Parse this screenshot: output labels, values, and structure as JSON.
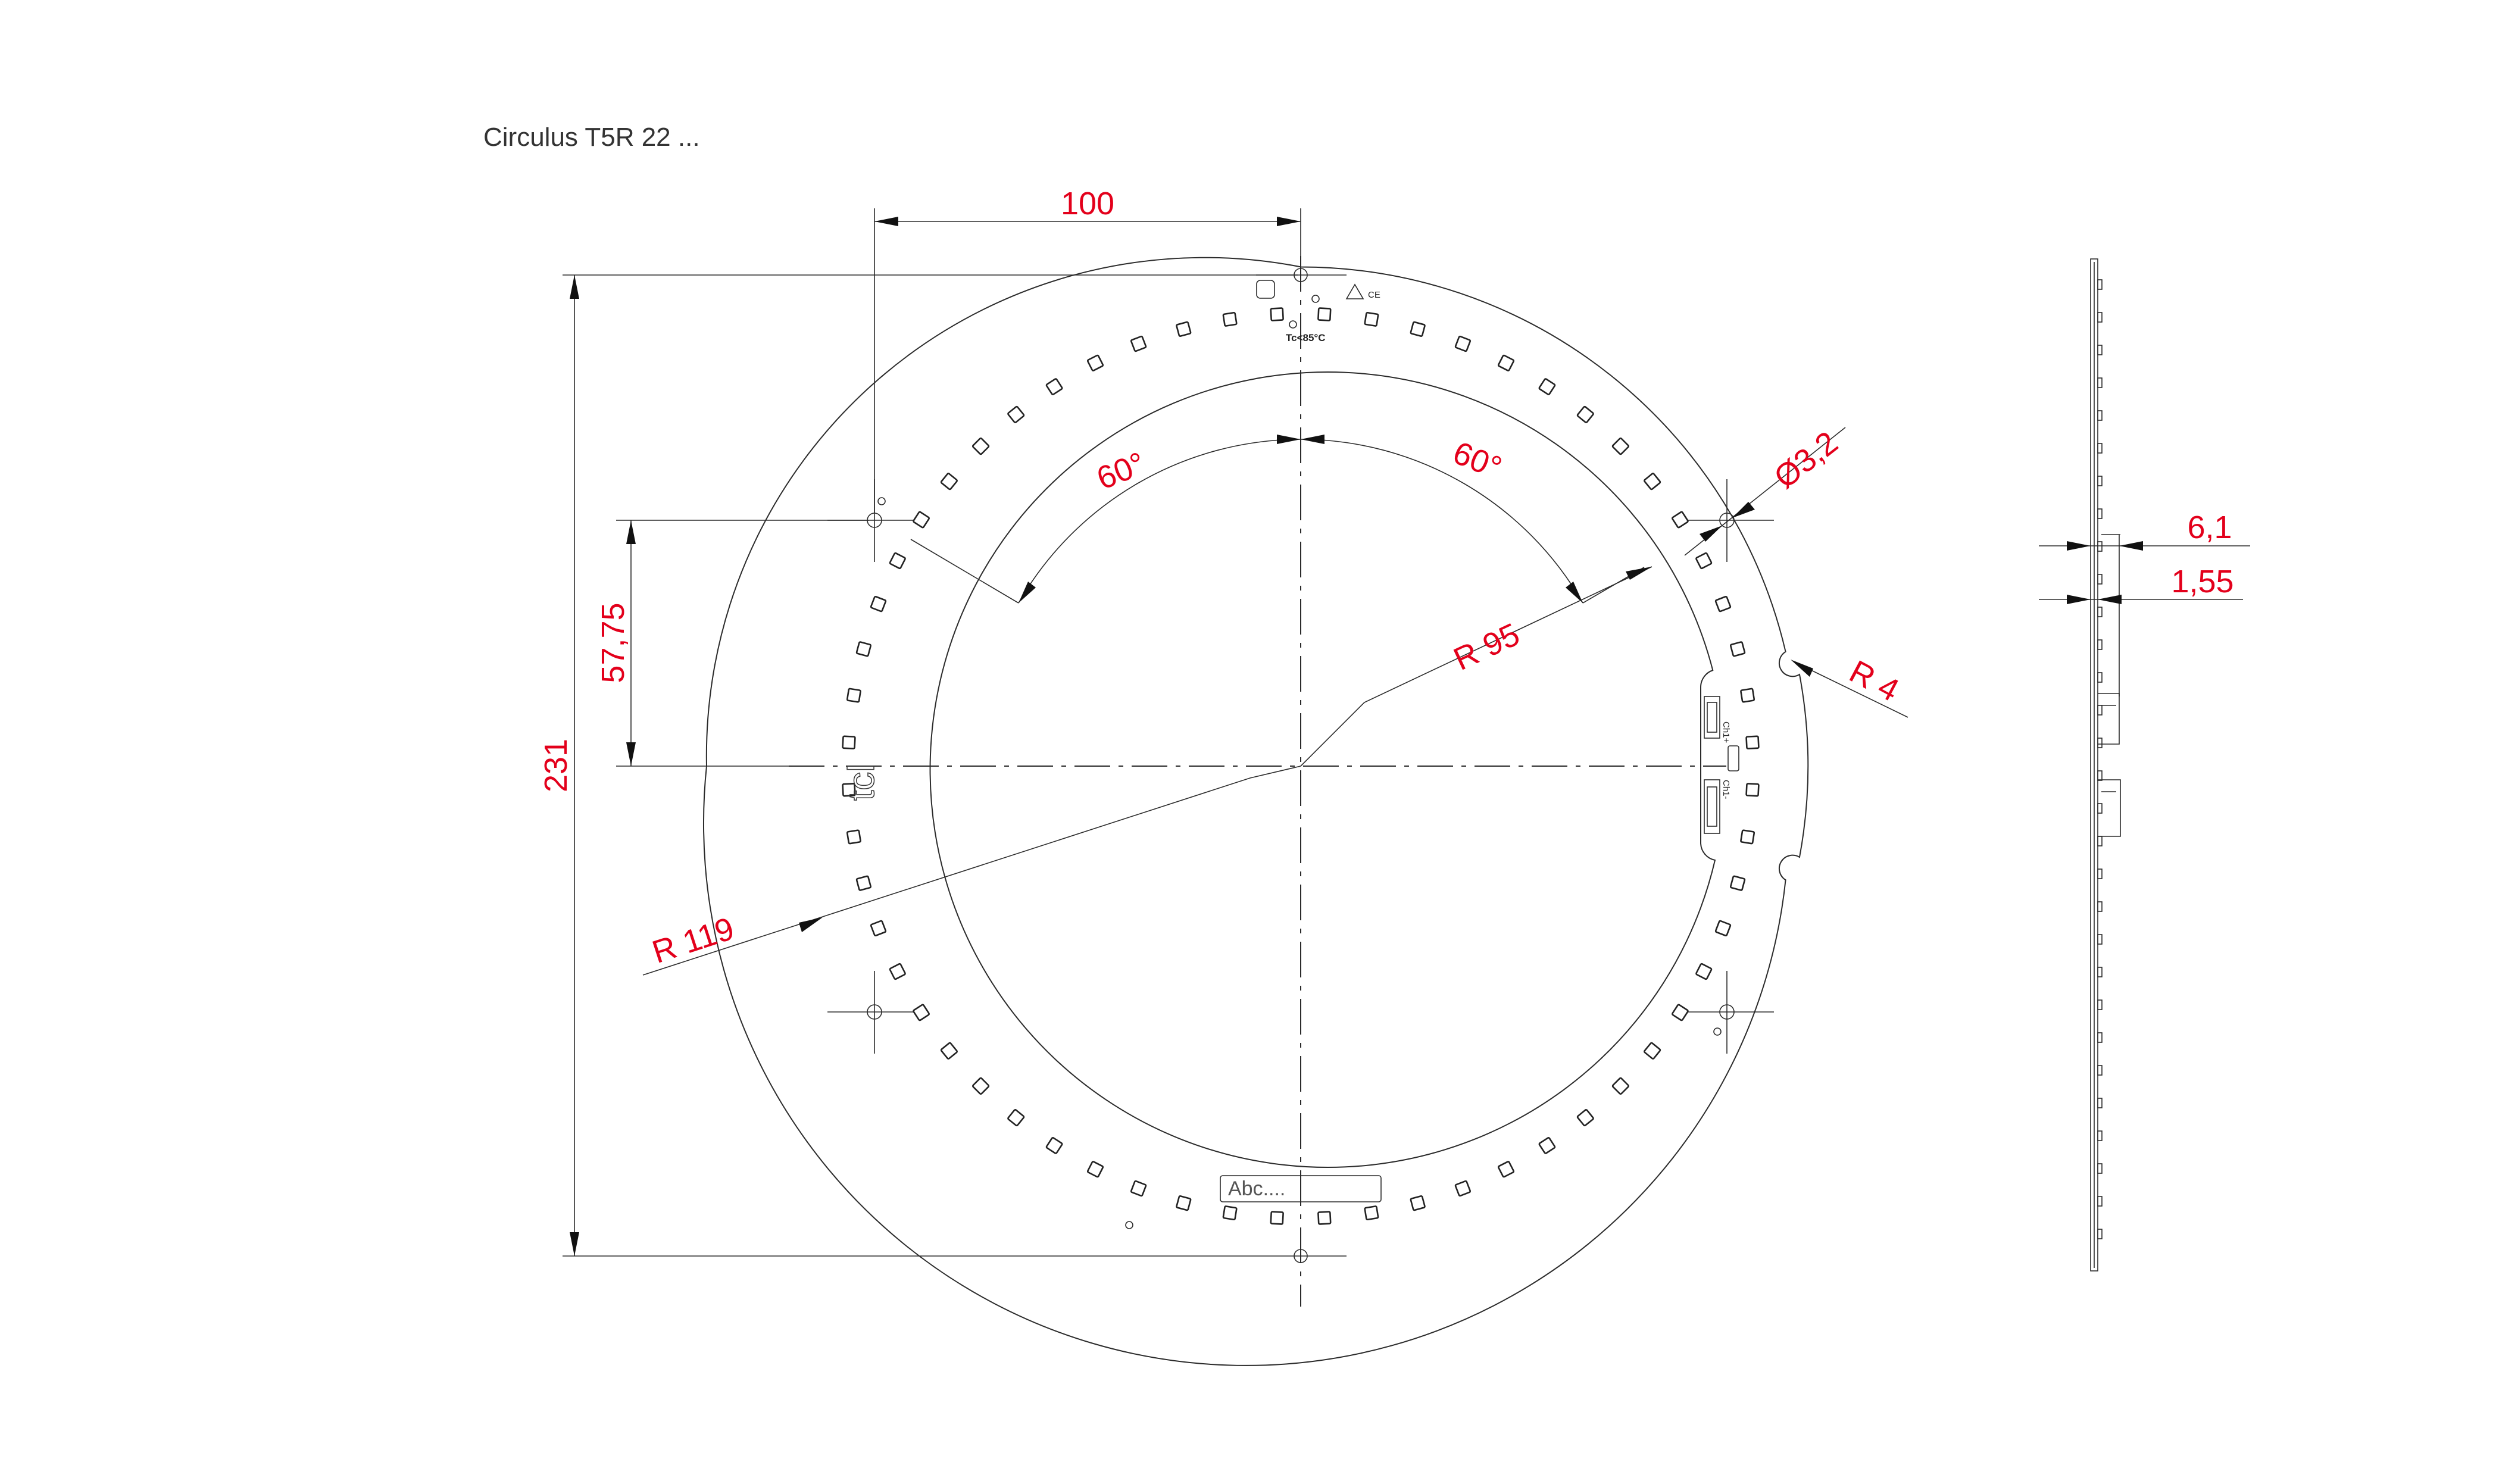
{
  "title": "Circulus T5R 22 ...",
  "dimensions": {
    "width_top": "100",
    "height_total": "231",
    "hole_offset": "57,75",
    "angle_left": "60°",
    "angle_right": "60°",
    "hole_diameter": "Ø3,2",
    "radius_inner": "R 95",
    "radius_outer": "R 119",
    "notch_radius": "R 4",
    "thickness_total": "6,1",
    "thickness_pcb": "1,55"
  },
  "board": {
    "temp_marking": "Tc<85°C",
    "label_field": "Abc....",
    "connector_plus": "Ch1+",
    "connector_minus": "Ch1-",
    "logo": "tcl",
    "led_count": 60
  },
  "colors": {
    "dimension": "#e3001b",
    "line": "#2b2b2b",
    "background": "#ffffff"
  }
}
